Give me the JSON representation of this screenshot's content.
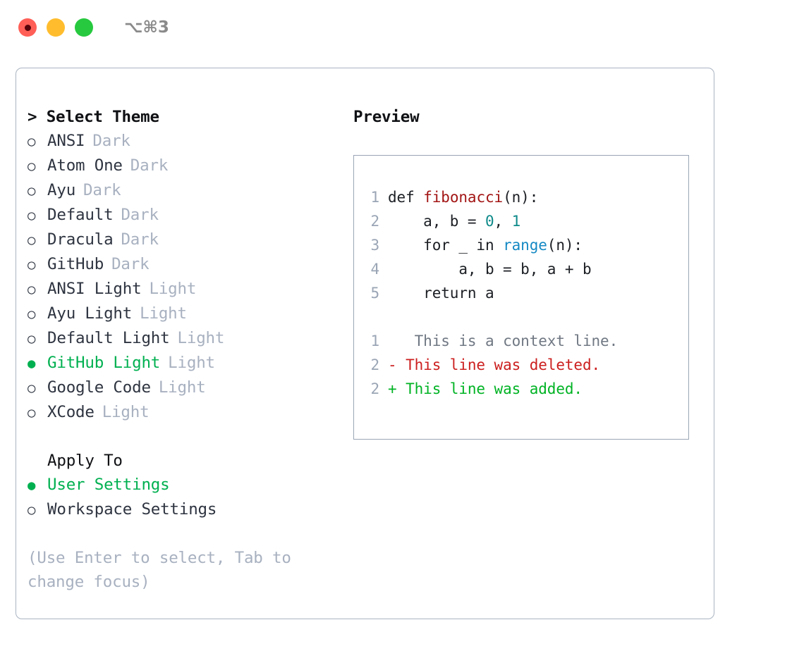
{
  "titlebar": {
    "shortcut": "⌥⌘3",
    "lights": [
      "close-red",
      "minimize-yellow",
      "maximize-green"
    ]
  },
  "theme_list": {
    "header": "> Select Theme",
    "selected_index": 9,
    "items": [
      {
        "bullet": "○",
        "label": "ANSI",
        "tag": "Dark",
        "selected": false
      },
      {
        "bullet": "○",
        "label": "Atom One",
        "tag": "Dark",
        "selected": false
      },
      {
        "bullet": "○",
        "label": "Ayu",
        "tag": "Dark",
        "selected": false
      },
      {
        "bullet": "○",
        "label": "Default",
        "tag": "Dark",
        "selected": false
      },
      {
        "bullet": "○",
        "label": "Dracula",
        "tag": "Dark",
        "selected": false
      },
      {
        "bullet": "○",
        "label": "GitHub",
        "tag": "Dark",
        "selected": false
      },
      {
        "bullet": "○",
        "label": "ANSI Light",
        "tag": "Light",
        "selected": false
      },
      {
        "bullet": "○",
        "label": "Ayu Light",
        "tag": "Light",
        "selected": false
      },
      {
        "bullet": "○",
        "label": "Default Light",
        "tag": "Light",
        "selected": false
      },
      {
        "bullet": "●",
        "label": "GitHub Light",
        "tag": "Light",
        "selected": true
      },
      {
        "bullet": "○",
        "label": "Google Code",
        "tag": "Light",
        "selected": false
      },
      {
        "bullet": "○",
        "label": "XCode",
        "tag": "Light",
        "selected": false
      }
    ]
  },
  "apply_to": {
    "header": "Apply To",
    "items": [
      {
        "bullet": "●",
        "label": "User Settings",
        "selected": true
      },
      {
        "bullet": "○",
        "label": "Workspace Settings",
        "selected": false
      }
    ]
  },
  "hint": "(Use Enter to select, Tab to change focus)",
  "preview": {
    "title": "Preview",
    "code_lines": [
      {
        "no": "1",
        "segments": [
          {
            "text": "def ",
            "style": "plain"
          },
          {
            "text": "fibonacci",
            "style": "fn"
          },
          {
            "text": "(n):",
            "style": "plain"
          }
        ]
      },
      {
        "no": "2",
        "segments": [
          {
            "text": "    a, b = ",
            "style": "plain"
          },
          {
            "text": "0",
            "style": "num"
          },
          {
            "text": ", ",
            "style": "plain"
          },
          {
            "text": "1",
            "style": "num"
          }
        ]
      },
      {
        "no": "3",
        "segments": [
          {
            "text": "    for _ in ",
            "style": "plain"
          },
          {
            "text": "range",
            "style": "call"
          },
          {
            "text": "(n):",
            "style": "plain"
          }
        ]
      },
      {
        "no": "4",
        "segments": [
          {
            "text": "        a, b = b, a + b",
            "style": "plain"
          }
        ]
      },
      {
        "no": "5",
        "segments": [
          {
            "text": "    return a",
            "style": "plain"
          }
        ]
      }
    ],
    "diff_lines": [
      {
        "no": "1",
        "marker": " ",
        "text": "  This is a context line.",
        "kind": "ctx"
      },
      {
        "no": "2",
        "marker": "-",
        "text": " This line was deleted.",
        "kind": "del"
      },
      {
        "no": "2",
        "marker": "+",
        "text": " This line was added.",
        "kind": "add"
      }
    ]
  },
  "colors": {
    "accent_green": "#00b050",
    "muted": "#a8b1c0",
    "text": "#2e3440",
    "border": "#aab4c2",
    "diff_add": "#00b324",
    "diff_del": "#cc1f1f",
    "syntax_fn": "#a31515",
    "syntax_num": "#0f8a8a",
    "syntax_call": "#1589c4"
  }
}
